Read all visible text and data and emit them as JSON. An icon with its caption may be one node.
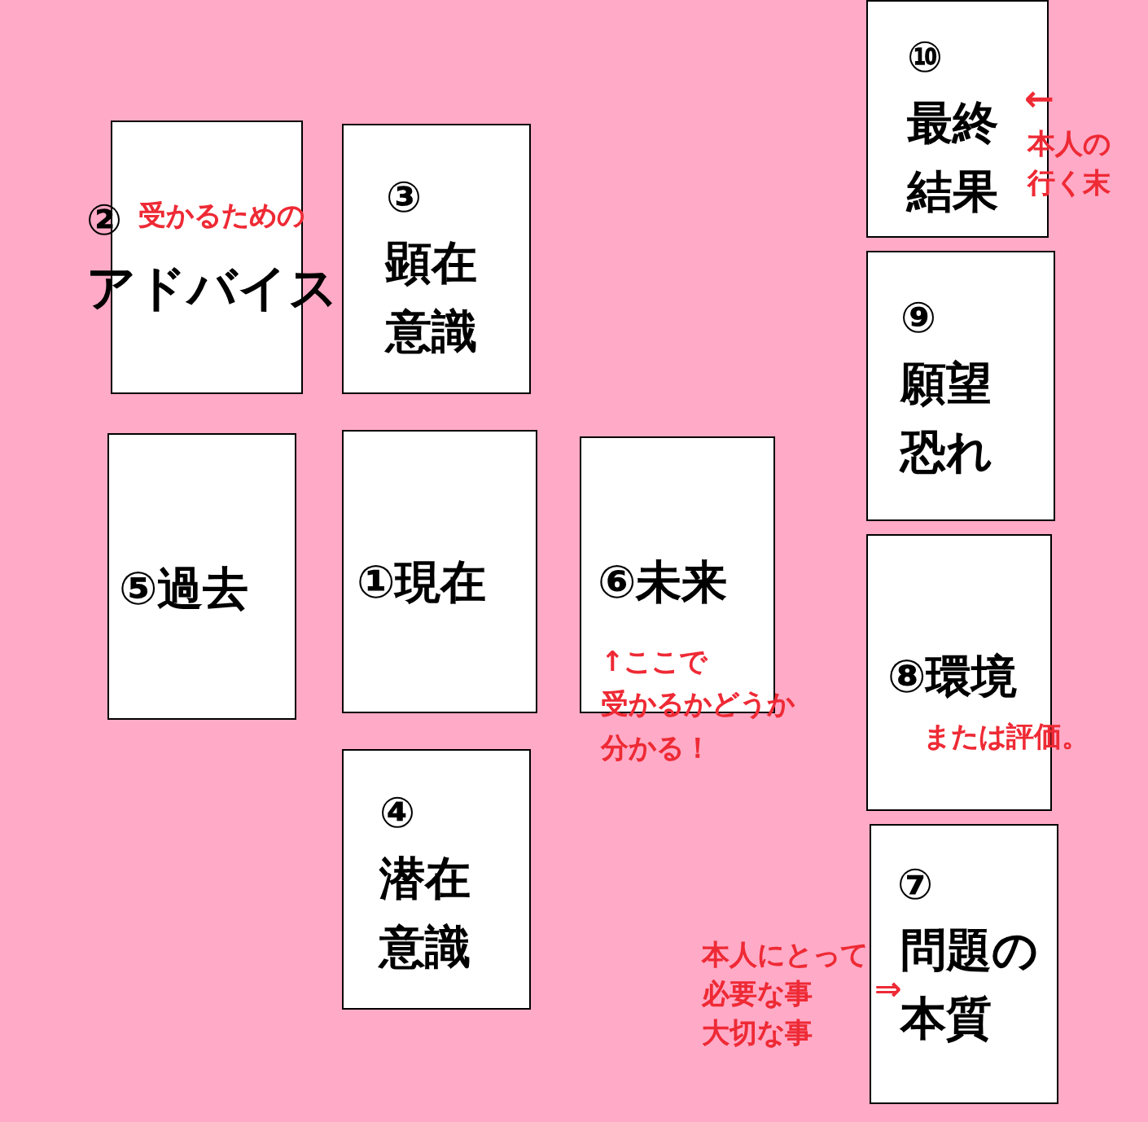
{
  "diagram": {
    "nodes": [
      {
        "text": [
          "①現在"
        ]
      },
      {
        "text": [
          "②",
          "受かるための",
          "アドバイス"
        ]
      },
      {
        "text": [
          "③",
          "顕在意識"
        ]
      },
      {
        "text": [
          "④",
          "潜在意識"
        ]
      },
      {
        "text": [
          "⑤過去"
        ]
      },
      {
        "text": [
          "⑥未来",
          "↑ここで",
          "受かるかどうか",
          "分かる！"
        ]
      },
      {
        "text": [
          "⑦",
          "本人にとって",
          "必要な事",
          "大切な事",
          "⇒",
          "問題の本質"
        ]
      },
      {
        "text": [
          "⑧環境",
          "または評価。"
        ]
      },
      {
        "text": [
          "⑨",
          "願望恐れ"
        ]
      },
      {
        "text": [
          "⑩",
          "最終結果",
          "←",
          "本人の",
          "行く末"
        ]
      }
    ]
  }
}
